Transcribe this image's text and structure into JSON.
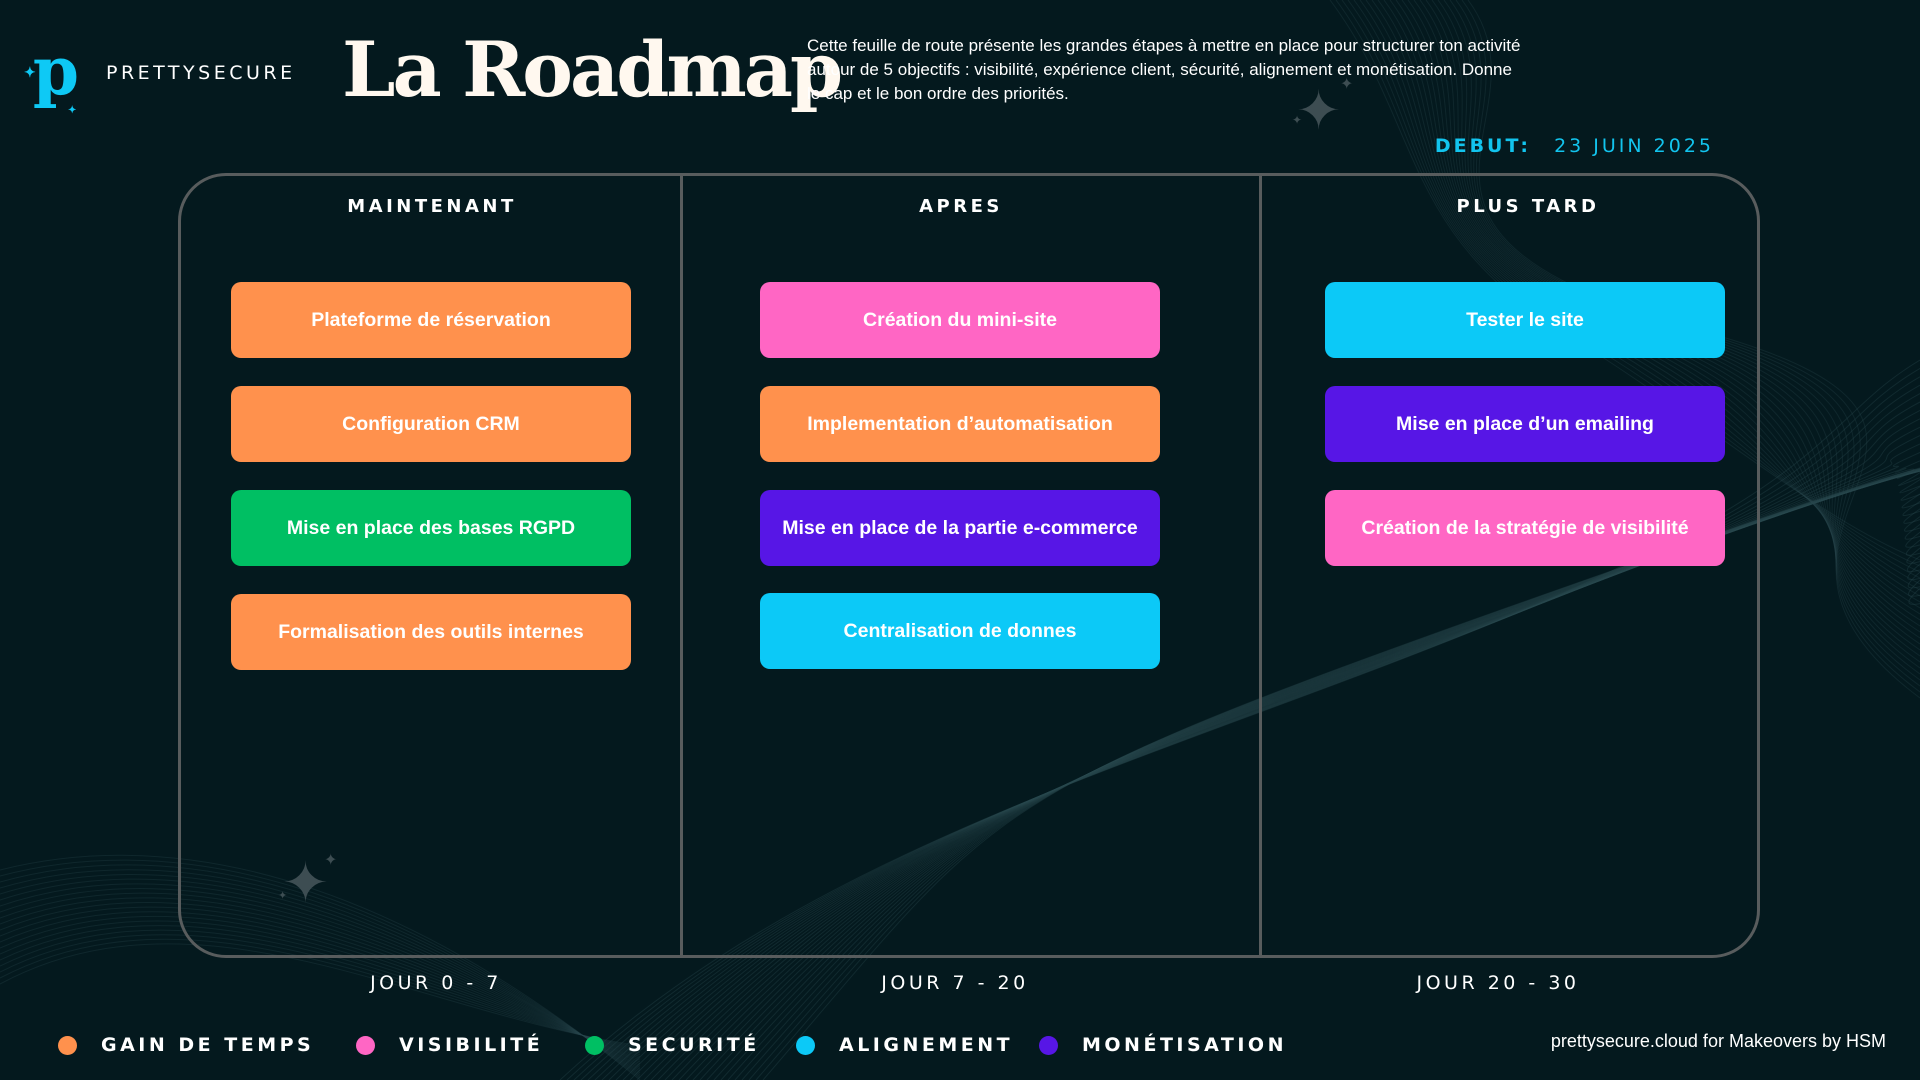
{
  "brand": {
    "logo_letter": "p",
    "name": "PRETTYSECURE"
  },
  "title": "La Roadmap",
  "intro": "Cette feuille de route présente les grandes étapes à mettre en place pour structurer ton activité autour de 5 objectifs : visibilité, expérience client, sécurité, alignement et monétisation.  Donne le cap et le bon ordre des priorités.",
  "start": {
    "label": "DEBUT:",
    "date": "23 JUIN 2025"
  },
  "columns": [
    {
      "heading": "MAINTENANT",
      "days": "JOUR 0 - 7",
      "tasks": [
        {
          "label": "Plateforme de réservation",
          "category": "gain_de_temps"
        },
        {
          "label": "Configuration CRM",
          "category": "gain_de_temps"
        },
        {
          "label": "Mise en place des bases RGPD",
          "category": "securite"
        },
        {
          "label": "Formalisation des outils internes",
          "category": "gain_de_temps"
        }
      ]
    },
    {
      "heading": "APRES",
      "days": "JOUR 7 - 20",
      "tasks": [
        {
          "label": "Création du mini-site",
          "category": "visibilite"
        },
        {
          "label": "Implementation d’automatisation",
          "category": "gain_de_temps"
        },
        {
          "label": "Mise en place de la partie e-commerce",
          "category": "monetisation"
        },
        {
          "label": "Centralisation de donnes",
          "category": "alignement"
        }
      ]
    },
    {
      "heading": "PLUS TARD",
      "days": "JOUR 20 - 30",
      "tasks": [
        {
          "label": "Tester le site",
          "category": "alignement"
        },
        {
          "label": "Mise en place d’un emailing",
          "category": "monetisation"
        },
        {
          "label": "Création de la stratégie de visibilité",
          "category": "visibilite"
        }
      ]
    }
  ],
  "legend": [
    {
      "key": "gain_de_temps",
      "label": "GAIN DE TEMPS",
      "color": "#ff914d"
    },
    {
      "key": "visibilite",
      "label": "VISIBILITÉ",
      "color": "#ff66c4"
    },
    {
      "key": "securite",
      "label": "SECURITÉ",
      "color": "#00bf63"
    },
    {
      "key": "alignement",
      "label": "ALIGNEMENT",
      "color": "#0cc9f7"
    },
    {
      "key": "monetisation",
      "label": "MONÉTISATION",
      "color": "#5716e6"
    }
  ],
  "credit": "prettysecure.cloud for Makeovers by HSM",
  "colors": {
    "background": "#04191e",
    "accent": "#0ec9f5",
    "board_border": "#585c5d"
  },
  "decor": {
    "sparkle_icon": "four-point-star-icon"
  }
}
